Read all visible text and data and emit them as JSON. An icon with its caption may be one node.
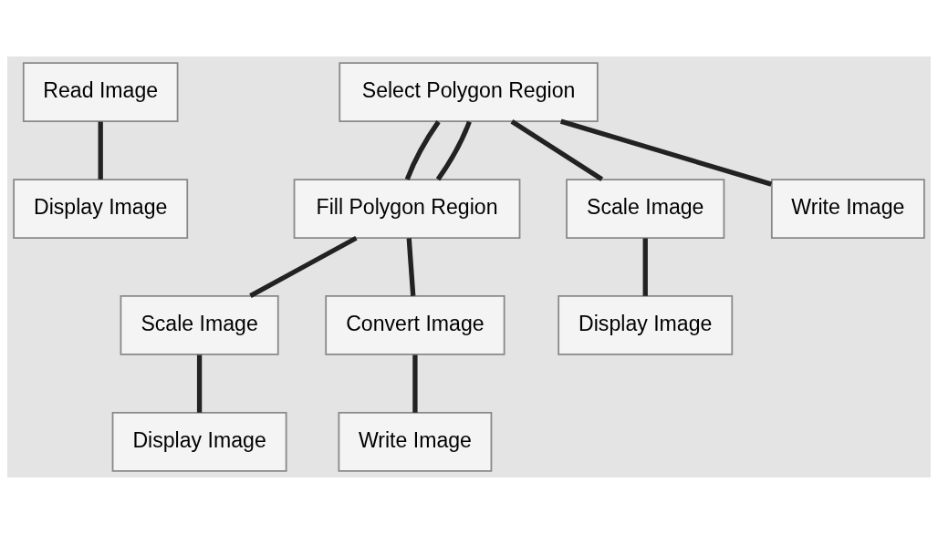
{
  "diagram": {
    "nodes": [
      {
        "text": [
          "Read Image"
        ]
      },
      {
        "text": [
          "Display Image"
        ]
      },
      {
        "text": [
          "Select Polygon Region"
        ]
      },
      {
        "text": [
          "Fill Polygon Region"
        ]
      },
      {
        "text": [
          "Scale Image"
        ]
      },
      {
        "text": [
          "Write Image"
        ]
      },
      {
        "text": [
          "Display Image"
        ]
      },
      {
        "text": [
          "Scale Image"
        ]
      },
      {
        "text": [
          "Convert Image"
        ]
      },
      {
        "text": [
          "Display Image"
        ]
      },
      {
        "text": [
          "Write Image"
        ]
      }
    ],
    "edges": [
      {
        "from": 0,
        "to": 1,
        "arrow": "none"
      },
      {
        "from": 2,
        "to": 3,
        "arrow": "none"
      },
      {
        "from": 2,
        "to": 3,
        "arrow": "none"
      },
      {
        "from": 2,
        "to": 4,
        "arrow": "none"
      },
      {
        "from": 2,
        "to": 5,
        "arrow": "none"
      },
      {
        "from": 3,
        "to": 7,
        "arrow": "none"
      },
      {
        "from": 3,
        "to": 8,
        "arrow": "none"
      },
      {
        "from": 4,
        "to": 6,
        "arrow": "none"
      },
      {
        "from": 7,
        "to": 9,
        "arrow": "none"
      },
      {
        "from": 8,
        "to": 10,
        "arrow": "none"
      }
    ]
  }
}
